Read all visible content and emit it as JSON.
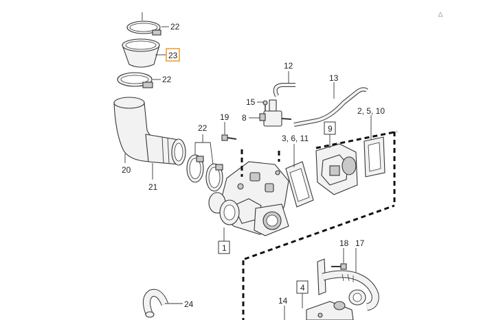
{
  "callouts": {
    "c22_top": "22",
    "c23": "23",
    "c22_mid": "22",
    "c12": "12",
    "c13": "13",
    "c15": "15",
    "c8": "8",
    "c19": "19",
    "c22_clamps": "22",
    "c20": "20",
    "c21": "21",
    "c2_5_10": "2, 5, 10",
    "c3_6_11": "3, 6, 11",
    "c9": "9",
    "c1": "1",
    "c18": "18",
    "c17": "17",
    "c4": "4",
    "c14": "14",
    "c24": "24"
  },
  "highlighted_callout": "23",
  "colors": {
    "highlight": "#f39c33",
    "line": "#333333",
    "part_fill": "#f2f2f2"
  }
}
